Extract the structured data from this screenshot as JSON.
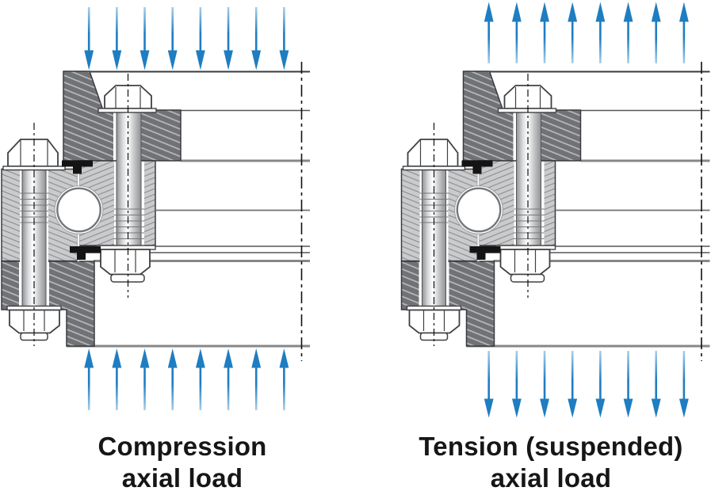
{
  "figure": {
    "background_color": "#ffffff",
    "arrow_color": "#1f7dc1",
    "arrow_fade_color": "#a9cfe9",
    "arrows_per_row": 8,
    "diagrams": [
      {
        "id": "compression",
        "caption": {
          "line1": "Compression",
          "line2": "axial load"
        },
        "arrows": {
          "top": "down",
          "bottom": "up"
        }
      },
      {
        "id": "tension",
        "caption": {
          "line1": "Tension (suspended)",
          "line2": "axial load"
        },
        "arrows": {
          "top": "up",
          "bottom": "down"
        }
      }
    ]
  }
}
